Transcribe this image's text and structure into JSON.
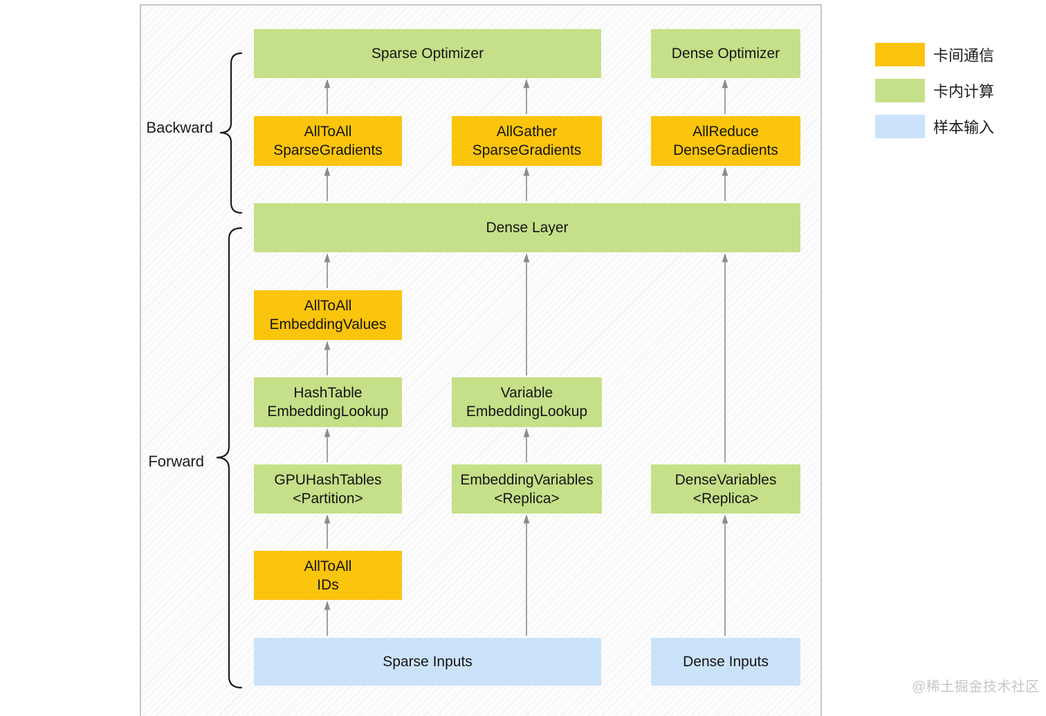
{
  "diagram": {
    "phases": {
      "backward": "Backward",
      "forward": "Forward"
    },
    "nodes": {
      "sparse_optimizer": {
        "label": "Sparse Optimizer",
        "type": "compute"
      },
      "dense_optimizer": {
        "label": "Dense Optimizer",
        "type": "compute"
      },
      "alltoall_sparse_gradients": {
        "label": "AllToAll\nSparseGradients",
        "type": "communication"
      },
      "allgather_sparse_gradients": {
        "label": "AllGather\nSparseGradients",
        "type": "communication"
      },
      "allreduce_dense_gradients": {
        "label": "AllReduce\nDenseGradients",
        "type": "communication"
      },
      "dense_layer": {
        "label": "Dense Layer",
        "type": "compute"
      },
      "alltoall_embedding_values": {
        "label": "AllToAll\nEmbeddingValues",
        "type": "communication"
      },
      "hashtable_embedding_lookup": {
        "label": "HashTable\nEmbeddingLookup",
        "type": "compute"
      },
      "variable_embedding_lookup": {
        "label": "Variable\nEmbeddingLookup",
        "type": "compute"
      },
      "gpu_hashtables": {
        "label": "GPUHashTables\n<Partition>",
        "type": "compute"
      },
      "embedding_variables": {
        "label": "EmbeddingVariables\n<Replica>",
        "type": "compute"
      },
      "dense_variables": {
        "label": "DenseVariables\n<Replica>",
        "type": "compute"
      },
      "alltoall_ids": {
        "label": "AllToAll\nIDs",
        "type": "communication"
      },
      "sparse_inputs": {
        "label": "Sparse Inputs",
        "type": "input"
      },
      "dense_inputs": {
        "label": "Dense Inputs",
        "type": "input"
      }
    }
  },
  "legend": {
    "items": [
      {
        "label": "卡间通信",
        "color": "#FBC40D"
      },
      {
        "label": "卡内计算",
        "color": "#C5E088"
      },
      {
        "label": "样本输入",
        "color": "#CBE3FA"
      }
    ]
  },
  "colors": {
    "communication": "#FBC40D",
    "compute": "#C5E088",
    "input": "#CBE3FA",
    "arrow": "#8a8a8a",
    "frame_border": "#c6c6c6"
  },
  "watermark": {
    "text": "@稀土掘金技术社区"
  }
}
